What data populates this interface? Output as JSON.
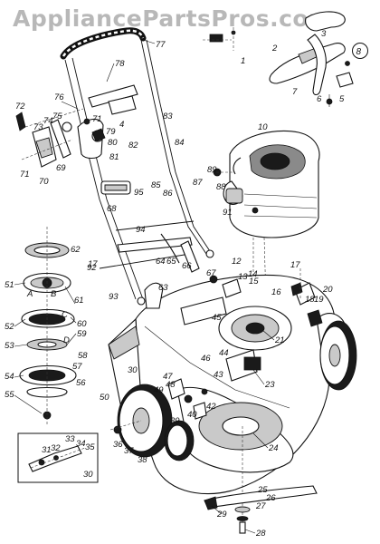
{
  "watermark": "AppliancePartsPros.com",
  "variant_badge": "8",
  "inset_number": "30",
  "callouts": {
    "c1": "1",
    "c2": "2",
    "c3": "3",
    "c4": "4",
    "c5": "5",
    "c6": "6",
    "c7": "7",
    "c10": "10",
    "c12": "12",
    "c13": "13",
    "c14": "14",
    "c15": "15",
    "c16": "16",
    "c17a": "17",
    "c17b": "17",
    "c18": "18",
    "c19": "19",
    "c20": "20",
    "c21": "21",
    "c23": "23",
    "c24": "24",
    "c25": "25",
    "c26": "26",
    "c27": "27",
    "c28": "28",
    "c29": "29",
    "c30": "30",
    "c31": "31",
    "c32": "32",
    "c33": "33",
    "c34": "34",
    "c35": "35",
    "c36": "36",
    "c37": "37",
    "c38": "38",
    "c39": "39",
    "c40": "40",
    "c42": "42",
    "c43": "43",
    "c44": "44",
    "c45": "45",
    "c46": "46",
    "c47": "47",
    "c48": "48",
    "c49": "49",
    "c50": "50",
    "c51": "51",
    "c52": "52",
    "c53": "53",
    "c54": "54",
    "c55": "55",
    "c56": "56",
    "c57": "57",
    "c58": "58",
    "c59": "59",
    "c60": "60",
    "c61": "61",
    "c62": "62",
    "c63": "63",
    "c64": "64",
    "c65": "65",
    "c66": "66",
    "c67": "67",
    "c68": "68",
    "c69": "69",
    "c70": "70",
    "c71a": "71",
    "c71b": "71",
    "c72": "72",
    "c73": "73",
    "c74": "74",
    "c75": "75",
    "c76": "76",
    "c77": "77",
    "c78": "78",
    "c79": "79",
    "c80": "80",
    "c81": "81",
    "c82": "82",
    "c83": "83",
    "c84": "84",
    "c85": "85",
    "c86": "86",
    "c87": "87",
    "c88": "88",
    "c89": "89",
    "c91": "91",
    "c92": "92",
    "c93": "93",
    "c94": "94",
    "c95": "95",
    "la": "A",
    "lb": "B",
    "lc": "C",
    "ld": "D"
  }
}
